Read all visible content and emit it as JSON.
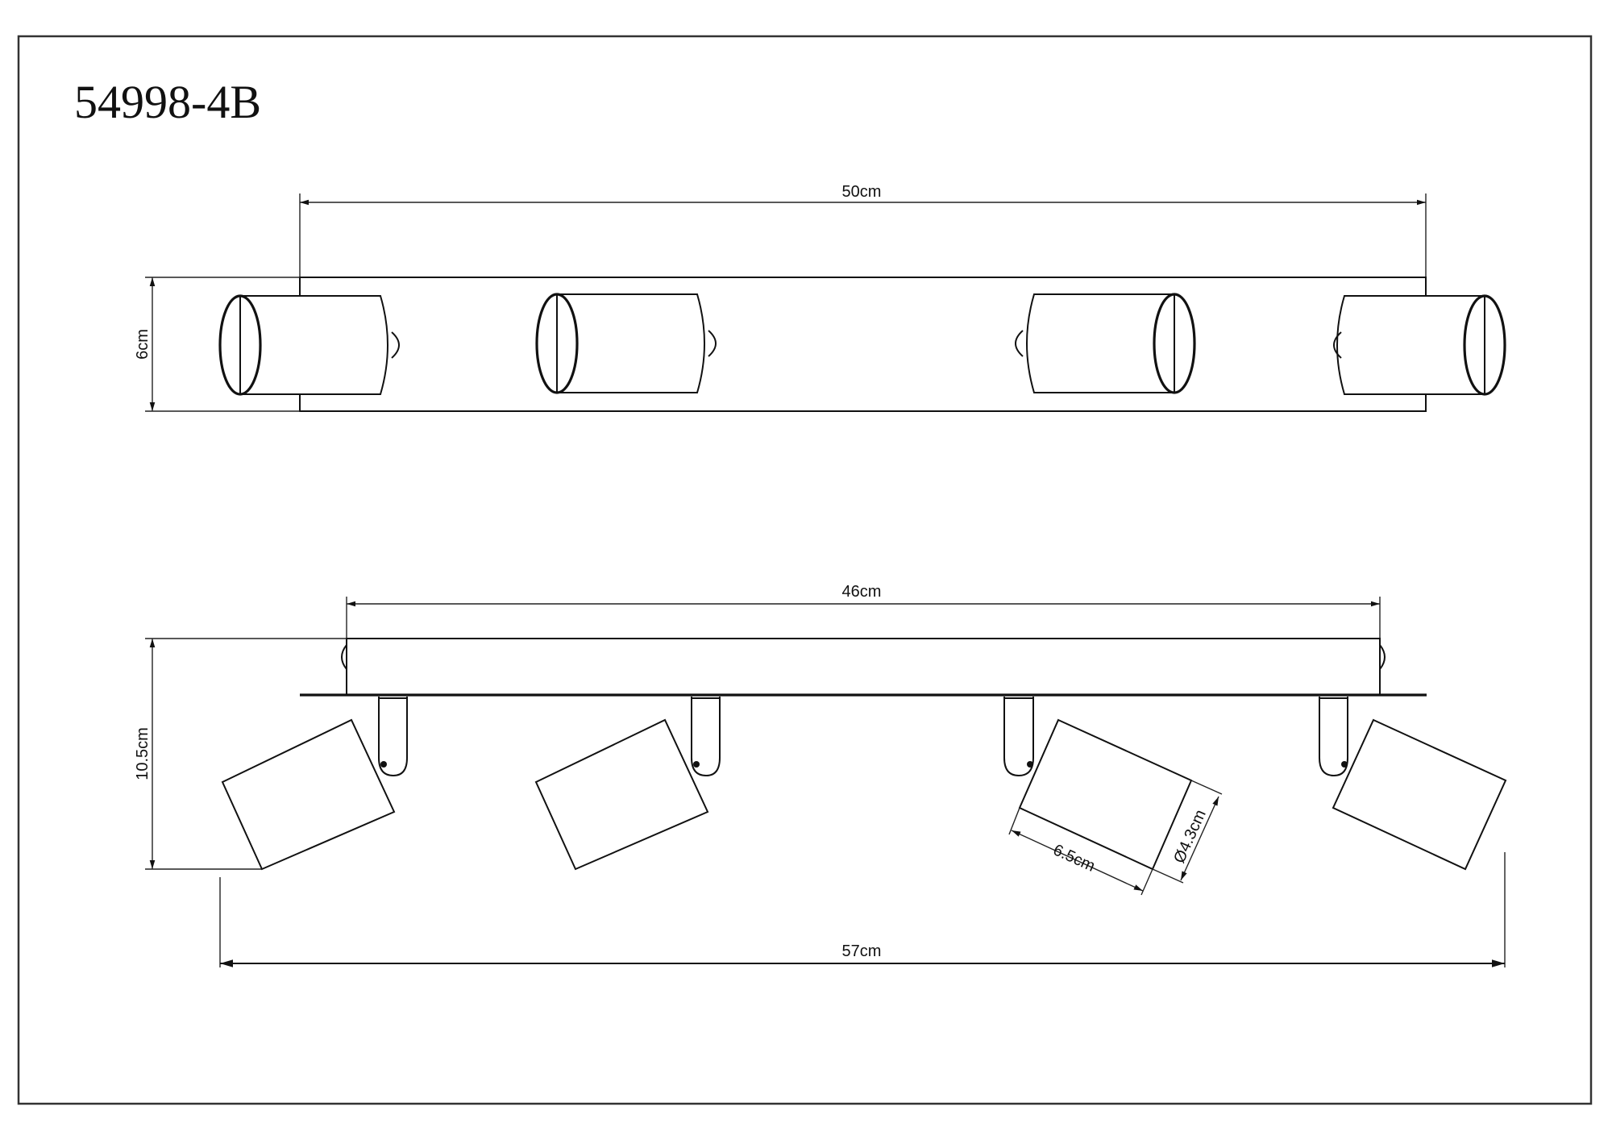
{
  "drawing": {
    "model_number": "54998-4B",
    "top_view": {
      "width_label": "50cm",
      "height_label": "6cm",
      "spot_count": 4
    },
    "side_view": {
      "base_length_label": "46cm",
      "height_label": "10.5cm",
      "overall_length_label": "57cm",
      "spot_length_label": "6.5cm",
      "spot_diameter_label": "Ø4.3cm",
      "spot_count": 4
    },
    "colors": {
      "line": "#111111",
      "background": "#ffffff",
      "frame": "#333333"
    }
  }
}
